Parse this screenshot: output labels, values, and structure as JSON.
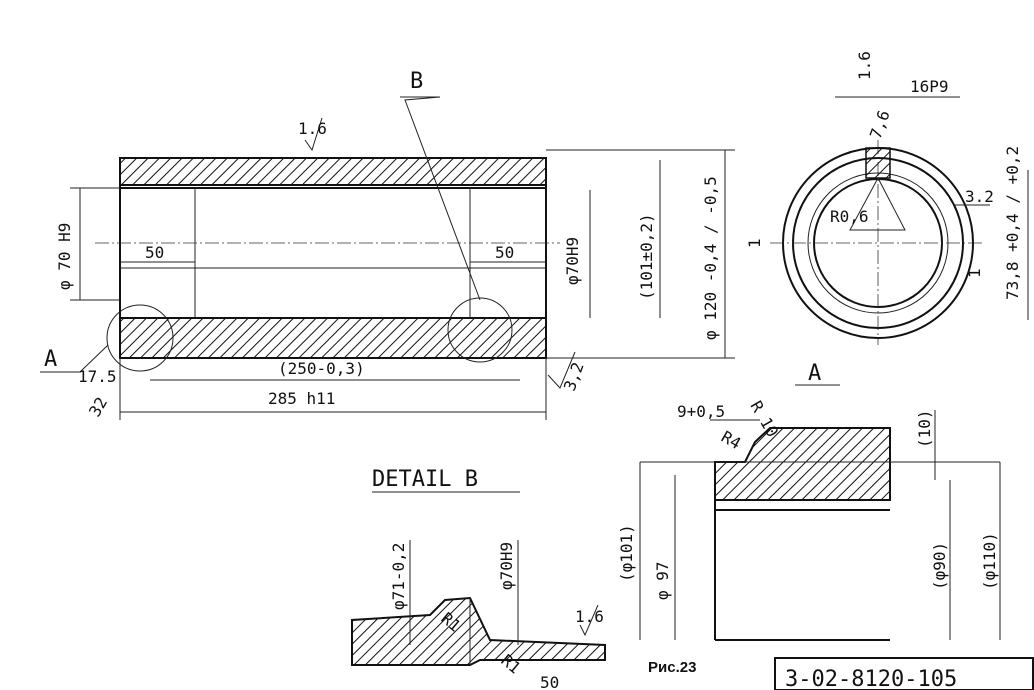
{
  "section_label": "B",
  "detail_a_label": "A",
  "detail_b_title": "DETAIL B",
  "figure_caption": "Рис.23",
  "drawing_number": "3-02-8120-105",
  "roughness": {
    "top": "1.6",
    "key": "1.6",
    "detail_b": "1.6",
    "right": "3.2",
    "ring": "3.2",
    "overall": "3.2"
  },
  "main_view": {
    "bore_left": "φ 70 H9",
    "bore_right": "φ70H9",
    "land_left": "50",
    "land_right": "50",
    "inner_length": "(250-0,3)",
    "overall_length": "285 h11",
    "offset_17": "17.5",
    "offset_32": "32",
    "dia_101": "(101±0,2)",
    "dia_120": "φ 120 -0,4 / -0,5",
    "right_32": "3,2"
  },
  "section_view": {
    "keyway": "16P9",
    "radius": "R0,6",
    "key_depth": "73,8 +0,4 / +0,2",
    "gap_left": "1",
    "gap_right": "1"
  },
  "detail_a": {
    "offset": "9+0,5",
    "r10": "R 10",
    "r4": "R4",
    "dim_10": "(10)",
    "d101": "(φ101)",
    "d97": "φ 97",
    "d90": "(φ90)",
    "d110": "(φ110)"
  },
  "detail_b": {
    "d71": "φ71-0,2",
    "d70": "φ70H9",
    "r1_top": "R1",
    "r1_bottom": "R1",
    "length": "50"
  }
}
